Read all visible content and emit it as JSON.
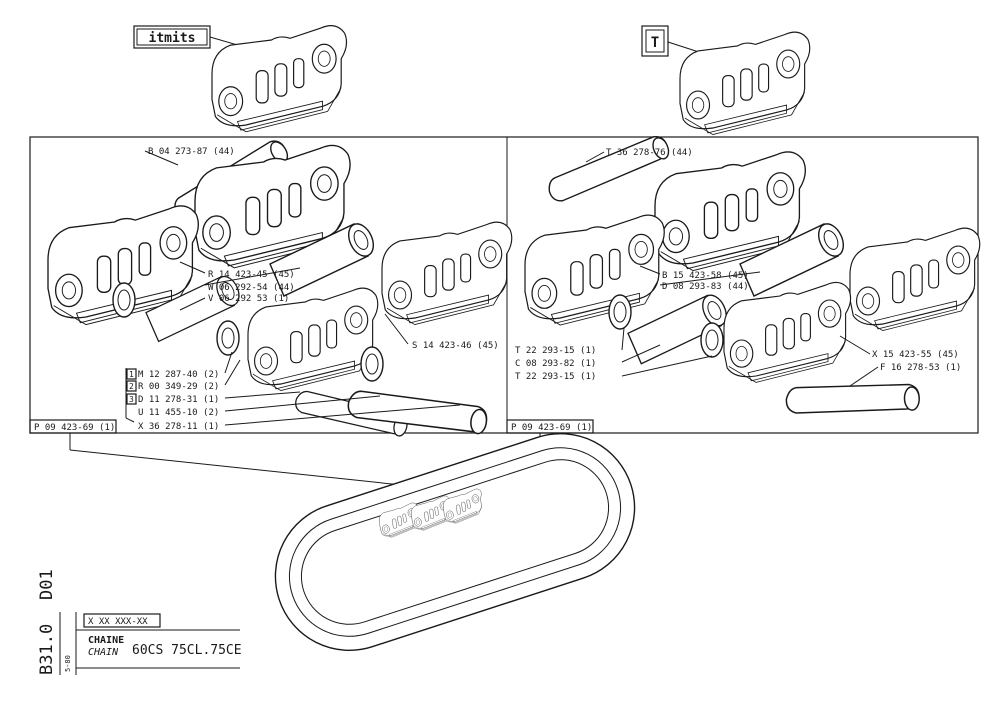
{
  "logos": {
    "left_text": "itmits",
    "right_text": "T"
  },
  "panels": {
    "left": {
      "callouts": [
        "B 04 273-87 (44)",
        "R 14 423-45 (45)",
        "W 06 292-54 (44)",
        "V 06 292 53 (1)",
        "S 14 423-46 (45)",
        "M 12 287-40 (2)",
        "R 00 349-29 (2)",
        "D 11 278-31 (1)",
        "U 11 455-10 (2)",
        "X 36 278-11 (1)"
      ],
      "group_markers": [
        "1",
        "2",
        "3"
      ],
      "bottom_label": "P 09 423-69 (1)"
    },
    "right": {
      "callouts": [
        "T 36 278-76 (44)",
        "B 15 423-58 (45)",
        "D 08 293-83 (44)",
        "T 22 293-15 (1)",
        "C 08 293-82 (1)",
        "T 22 293-15 (1)",
        "X 15 423-55 (45)",
        "F 16 278-53 (1)"
      ],
      "bottom_label": "P 09 423-69 (1)"
    }
  },
  "title_block": {
    "vertical_code_1": "D01",
    "vertical_code_2": "B31.0",
    "date": "5-80",
    "part_number": "X XX XXX-XX",
    "title_fr": "CHAINE",
    "title_en": "CHAIN",
    "models": "60CS 75CL.75CE"
  }
}
